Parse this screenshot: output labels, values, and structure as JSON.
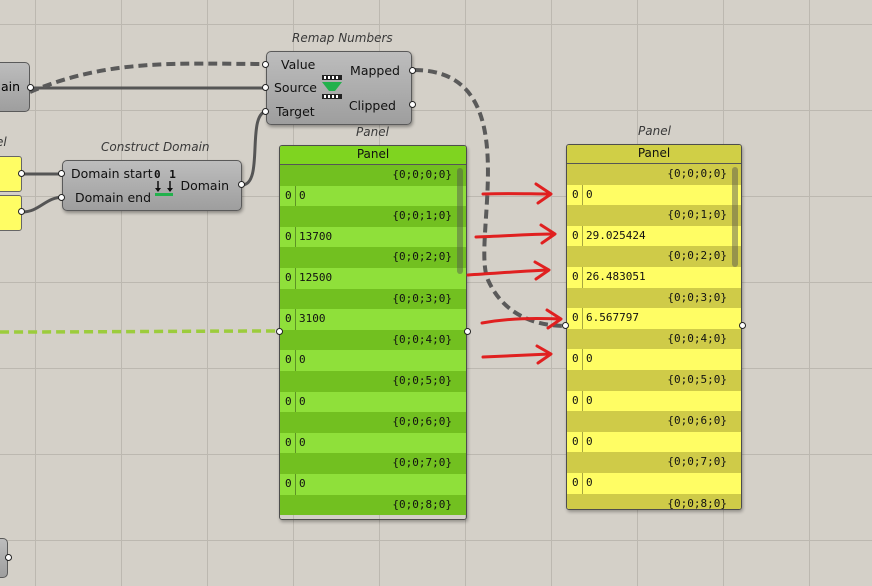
{
  "canvas": {
    "edge_component_label": "ain",
    "edge_panel_label": "el"
  },
  "remap": {
    "title": "Remap Numbers",
    "inputs": [
      "Value",
      "Source",
      "Target"
    ],
    "outputs": [
      "Mapped",
      "Clipped"
    ],
    "icon": "remap-numbers-icon"
  },
  "construct_domain": {
    "title": "Construct Domain",
    "inputs": [
      "Domain start",
      "Domain end"
    ],
    "output": "Domain",
    "icon": "construct-domain-icon",
    "icon_text": "0 1"
  },
  "panel_green": {
    "label": "Panel",
    "header": "Panel",
    "color": "#8fe03a",
    "rows": [
      {
        "path": "{0;0;0;0}",
        "index": "0",
        "value": "0"
      },
      {
        "path": "{0;0;1;0}",
        "index": "0",
        "value": "13700"
      },
      {
        "path": "{0;0;2;0}",
        "index": "0",
        "value": "12500"
      },
      {
        "path": "{0;0;3;0}",
        "index": "0",
        "value": "3100"
      },
      {
        "path": "{0;0;4;0}",
        "index": "0",
        "value": "0"
      },
      {
        "path": "{0;0;5;0}",
        "index": "0",
        "value": "0"
      },
      {
        "path": "{0;0;6;0}",
        "index": "0",
        "value": "0"
      },
      {
        "path": "{0;0;7;0}",
        "index": "0",
        "value": "0"
      }
    ],
    "last_path": "{0;0;8;0}"
  },
  "panel_yellow": {
    "label": "Panel",
    "header": "Panel",
    "color": "#fffd64",
    "rows": [
      {
        "path": "{0;0;0;0}",
        "index": "0",
        "value": "0"
      },
      {
        "path": "{0;0;1;0}",
        "index": "0",
        "value": "29.025424"
      },
      {
        "path": "{0;0;2;0}",
        "index": "0",
        "value": "26.483051"
      },
      {
        "path": "{0;0;3;0}",
        "index": "0",
        "value": "6.567797"
      },
      {
        "path": "{0;0;4;0}",
        "index": "0",
        "value": "0"
      },
      {
        "path": "{0;0;5;0}",
        "index": "0",
        "value": "0"
      },
      {
        "path": "{0;0;6;0}",
        "index": "0",
        "value": "0"
      },
      {
        "path": "{0;0;7;0}",
        "index": "0",
        "value": "0"
      }
    ],
    "last_path": "{0;0;8;0}"
  },
  "annotation_color": "#e02020"
}
